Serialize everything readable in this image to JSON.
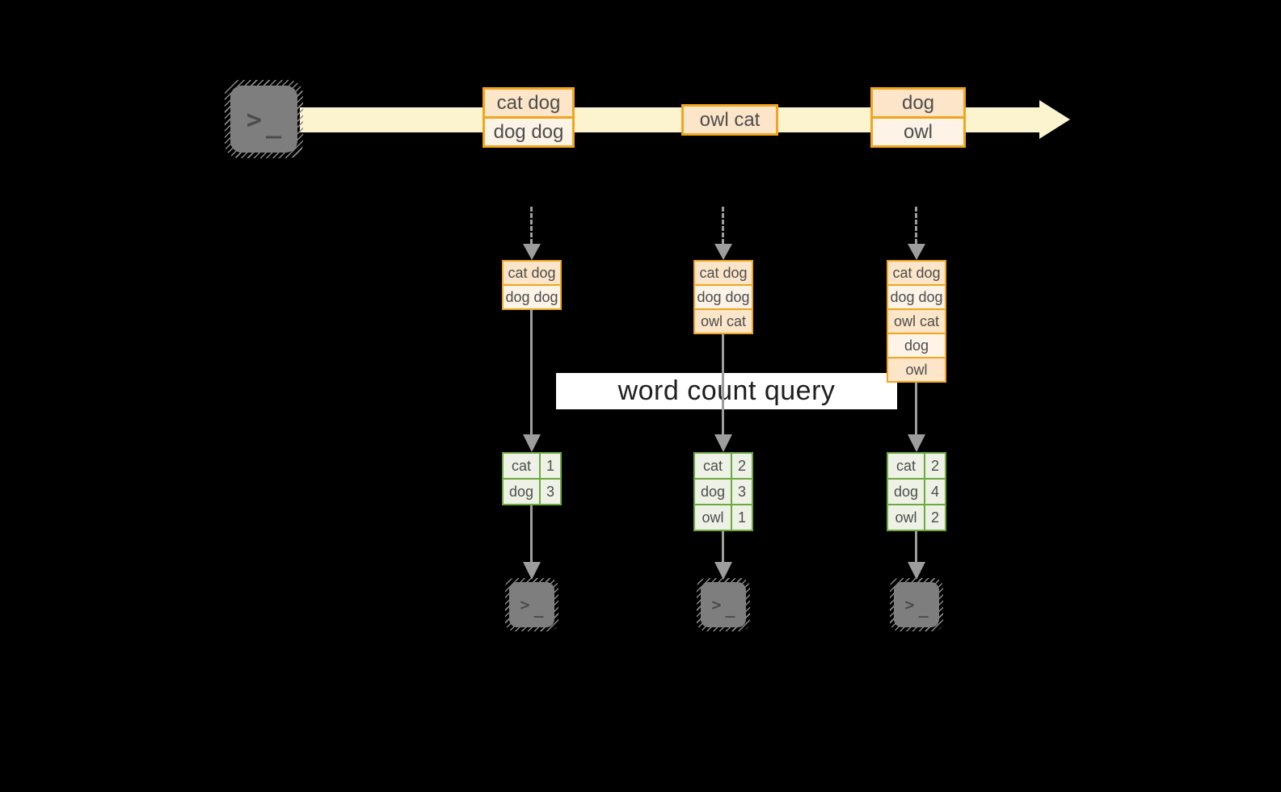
{
  "diagram": {
    "banner": {
      "label": "word count query"
    },
    "stream": {
      "groups": [
        {
          "events": [
            "cat dog",
            "dog dog"
          ]
        },
        {
          "events": [
            "owl cat"
          ]
        },
        {
          "events": [
            "dog",
            "owl"
          ]
        }
      ]
    },
    "columns": [
      {
        "state": [
          "cat dog",
          "dog dog"
        ],
        "counts": [
          {
            "word": "cat",
            "count": "1"
          },
          {
            "word": "dog",
            "count": "3"
          }
        ]
      },
      {
        "state": [
          "cat dog",
          "dog dog",
          "owl cat"
        ],
        "counts": [
          {
            "word": "cat",
            "count": "2"
          },
          {
            "word": "dog",
            "count": "3"
          },
          {
            "word": "owl",
            "count": "1"
          }
        ]
      },
      {
        "state": [
          "cat dog",
          "dog dog",
          "owl cat",
          "dog",
          "owl"
        ],
        "counts": [
          {
            "word": "cat",
            "count": "2"
          },
          {
            "word": "dog",
            "count": "4"
          },
          {
            "word": "owl",
            "count": "2"
          }
        ]
      }
    ],
    "terminal": {
      "icon": "terminal-prompt-icon",
      "prompt": ">",
      "cursor": "_"
    },
    "colors": {
      "background": "#000000",
      "stream_band": "#fcf3cf",
      "event_border": "#f0a51f",
      "event_fill_dark": "#fce5c8",
      "event_fill_light": "#fdf3e6",
      "arrow_gray": "#9d9d9d",
      "table_border": "#6ca93f",
      "table_fill": "#eef2e6",
      "terminal_gray": "#7e7e7e",
      "banner_bg": "#ffffff",
      "text_dark": "#4d4d4d"
    }
  }
}
